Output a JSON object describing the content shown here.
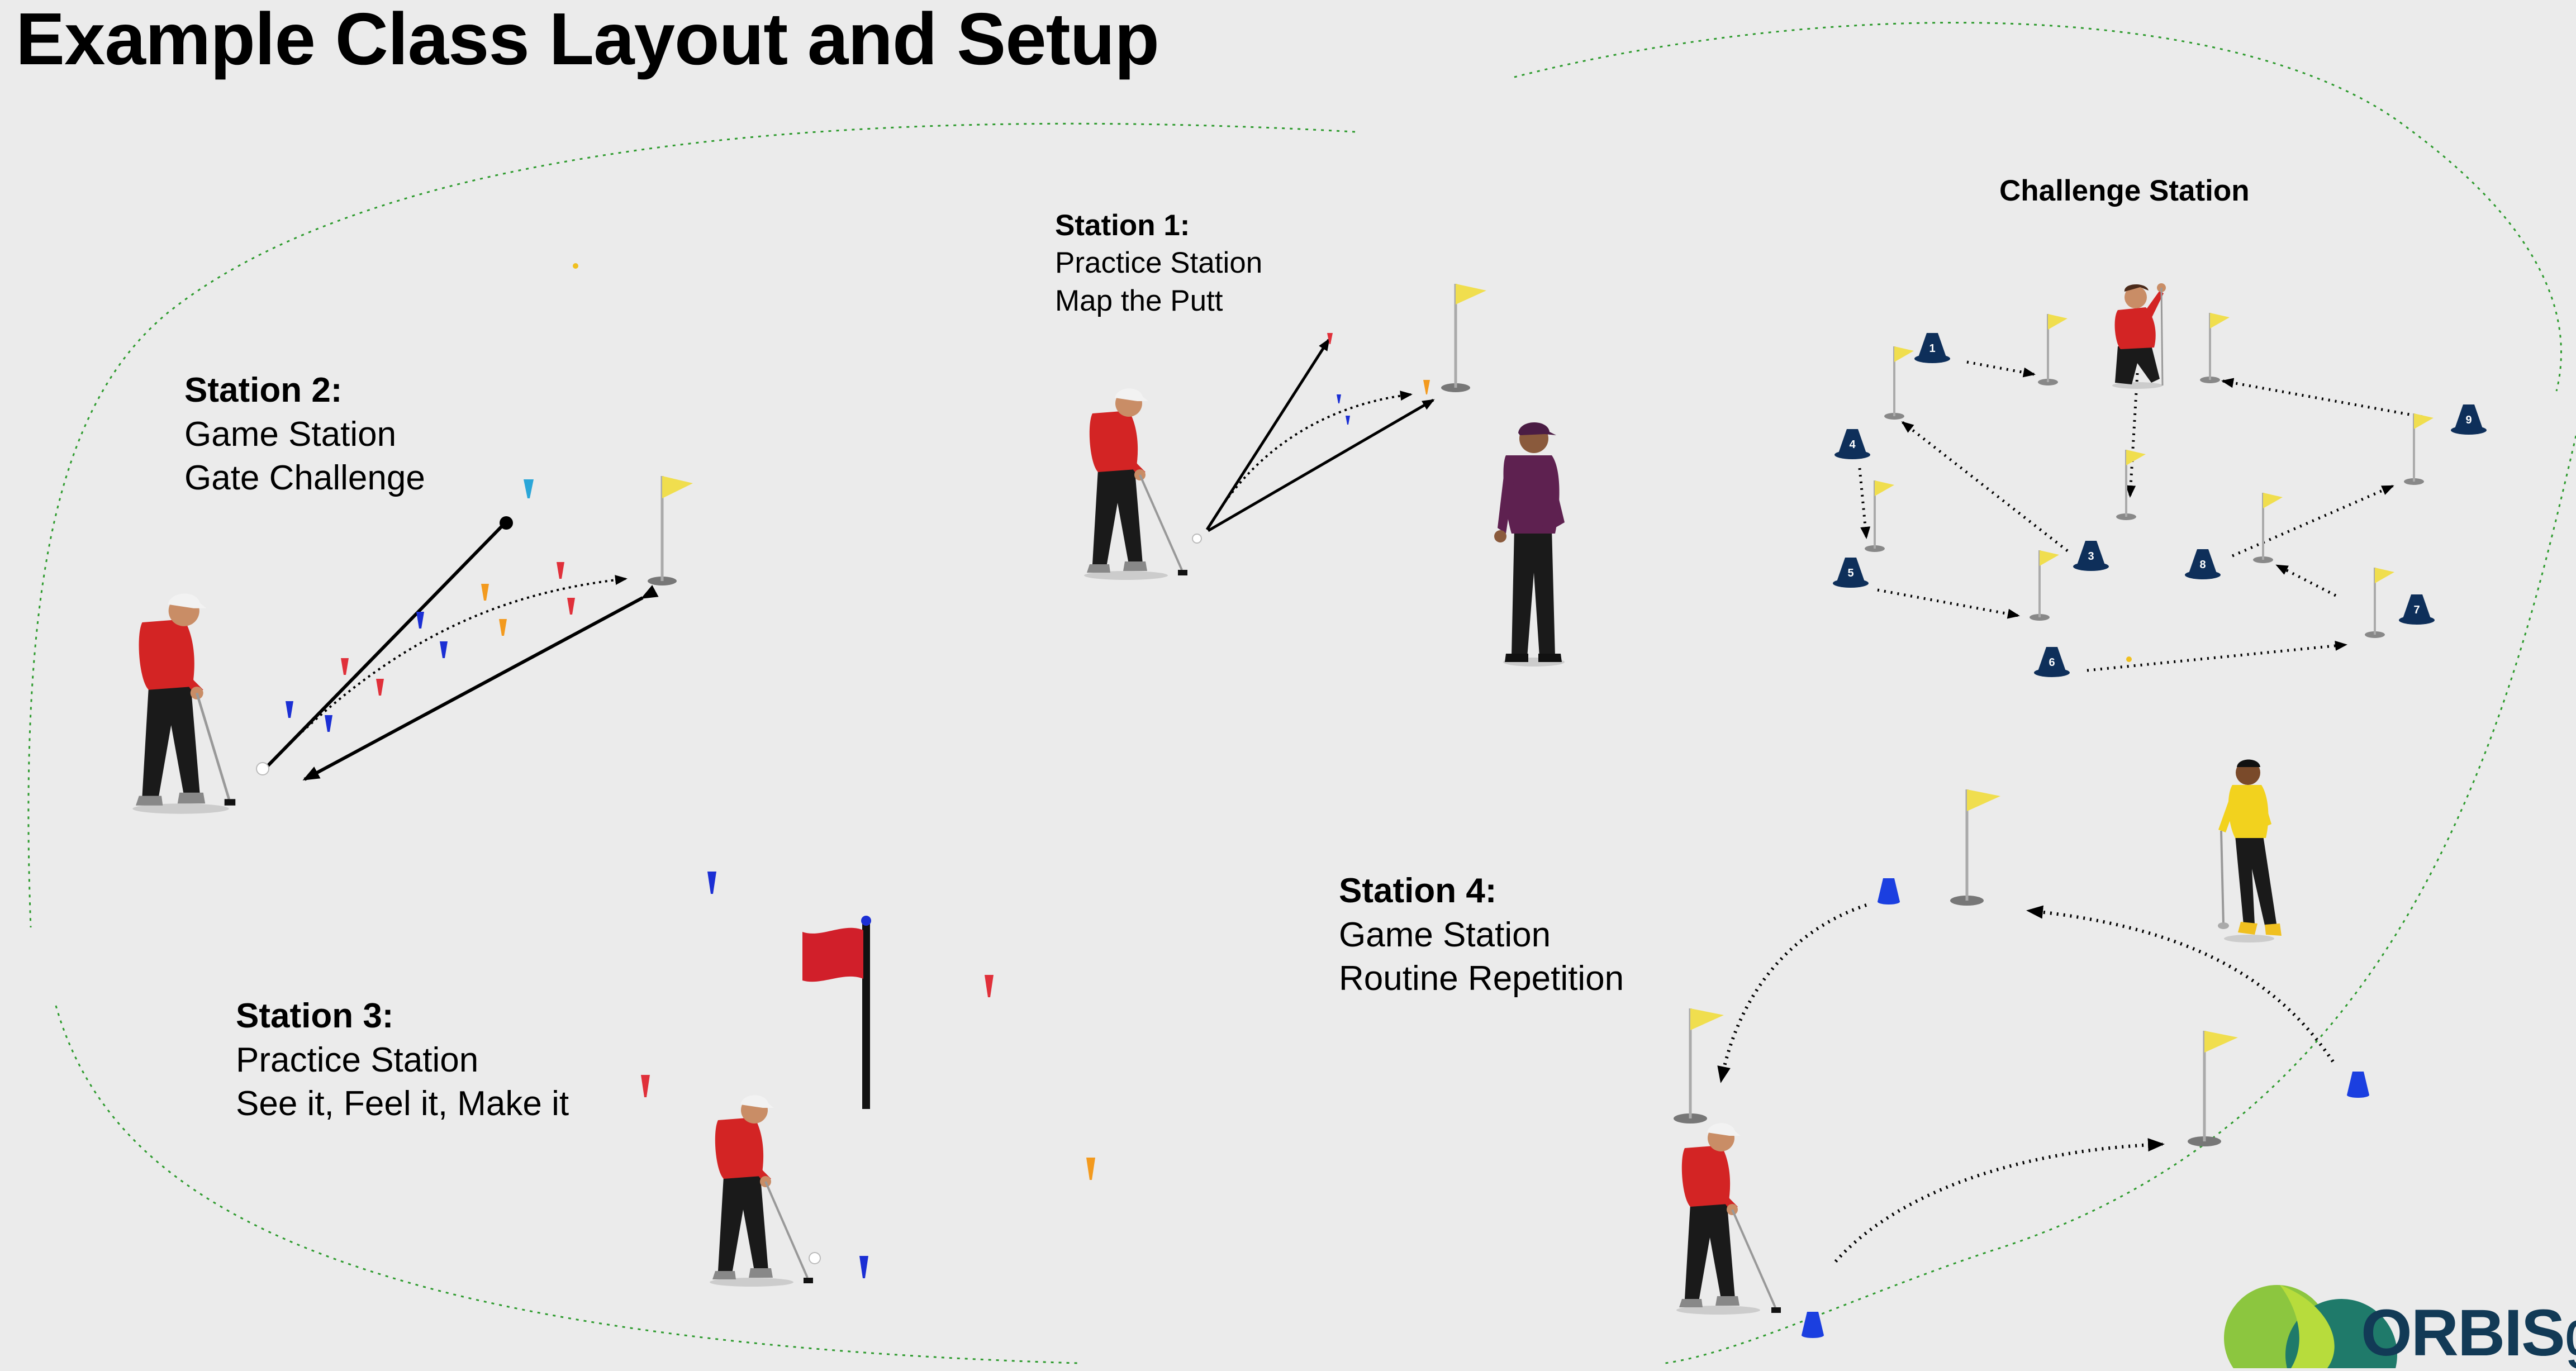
{
  "title": "Example Class Layout and Setup",
  "stations": {
    "s1": {
      "heading": "Station 1:",
      "line1": "Practice Station",
      "line2": "Map the Putt"
    },
    "s2": {
      "heading": "Station 2:",
      "line1": "Game Station",
      "line2": "Gate Challenge"
    },
    "s3": {
      "heading": "Station 3:",
      "line1": "Practice Station",
      "line2": "See it, Feel it, Make it"
    },
    "s4": {
      "heading": "Station 4:",
      "line1": "Game Station",
      "line2": "Routine Repetition"
    },
    "challenge": {
      "heading": "Challenge Station"
    }
  },
  "challenge_cones": [
    "1",
    "3",
    "4",
    "5",
    "6",
    "7",
    "8",
    "9"
  ],
  "logo": {
    "main": "ORBIS",
    "suffix": "go"
  },
  "colors": {
    "background": "#ebebeb",
    "boundary": "#2e9b2e",
    "shirt_red": "#d32424",
    "flag_yellow": "#f0de4e",
    "cone_navy": "#0e2f5a",
    "cone_blue": "#1b3fe0",
    "tee_blue": "#1b2fd4",
    "tee_red": "#e0303a",
    "tee_orange": "#f39a1e",
    "logo_green": "#8cc63f"
  }
}
